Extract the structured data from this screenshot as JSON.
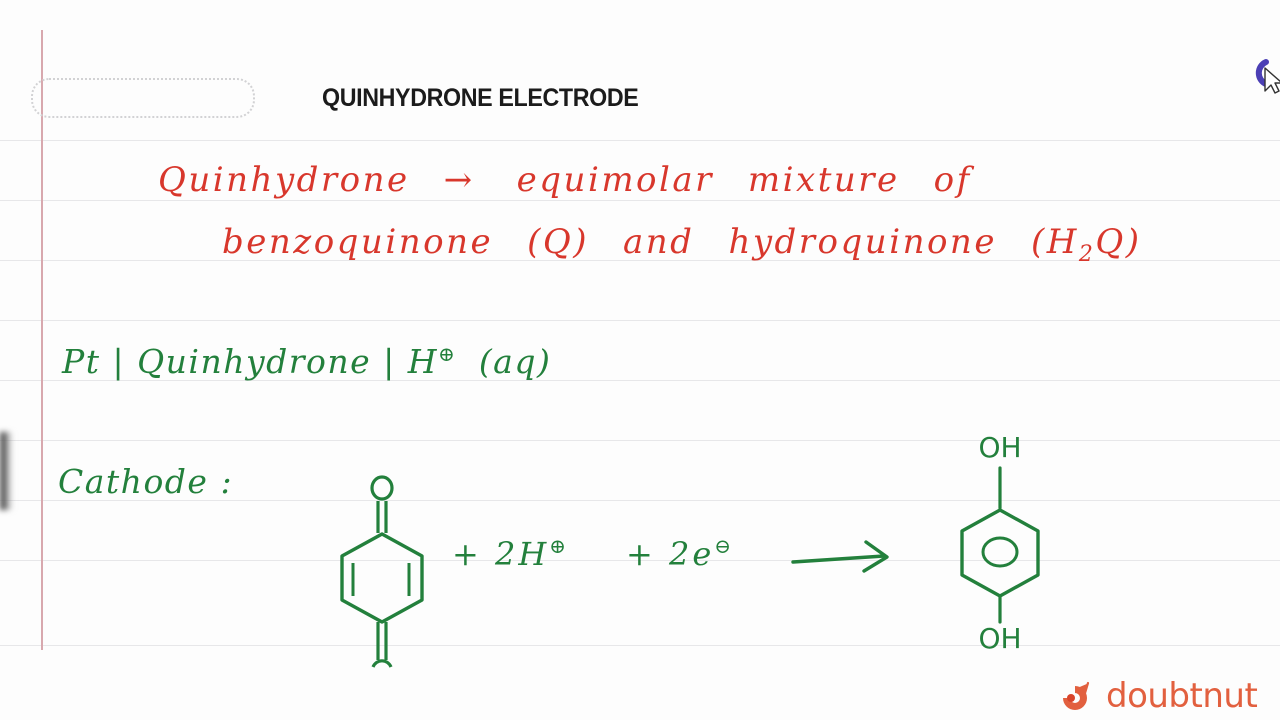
{
  "page": {
    "title": "QUINHYDRONE ELECTRODE",
    "paper": {
      "rule_line_color": "#e7e7e9",
      "margin_line_color": "#d8a8ae",
      "rule_line_y": [
        140,
        200,
        260,
        320,
        380,
        440,
        500,
        560,
        620,
        680
      ]
    },
    "ink": {
      "red": "#d8372c",
      "green": "#23803c"
    }
  },
  "notes": {
    "line1": {
      "word1": "Quinhydrone",
      "arrow": "→",
      "word2": "equimolar",
      "word3": "mixture",
      "word4": "of"
    },
    "line2": {
      "word1": "benzoquinone",
      "label1": "(Q)",
      "word2": "and",
      "word3": "hydroquinone",
      "label2_pre": "(H",
      "label2_sub": "2",
      "label2_post": "Q)"
    },
    "cell_notation": {
      "electrode": "Pt",
      "sep1": "|",
      "species": "Quinhydrone",
      "sep2": "|",
      "ion": "H",
      "ion_charge": "⊕",
      "state": "(aq)"
    },
    "cathode": {
      "label": "Cathode :",
      "protons": "+ 2H",
      "protons_charge": "⊕",
      "electrons": "+ 2e",
      "electrons_charge": "⊖",
      "arrow": "⟶",
      "reactant_name": "benzoquinone",
      "reactant_oxygen_top": "O",
      "reactant_oxygen_bottom": "O",
      "product_name": "hydroquinone",
      "product_group_top": "OH",
      "product_group_bottom": "OH"
    }
  },
  "branding": {
    "logo_text": "doubtnut",
    "logo_color": "#e2603f",
    "logo_icon": "graduation-cap-icon"
  },
  "overlay": {
    "placeholder_box": "",
    "cursor_icon": "pointer-with-loading-spinner",
    "spinner_color": "#4b3fb5"
  }
}
